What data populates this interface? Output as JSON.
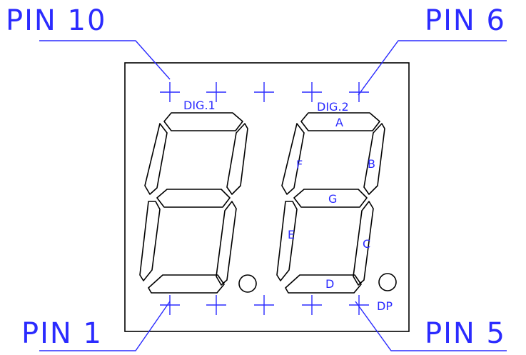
{
  "pins": {
    "pin10": "PIN  10",
    "pin6": "PIN  6",
    "pin1": "PIN  1",
    "pin5": "PIN  5"
  },
  "digits": {
    "dig1": "DIG.1",
    "dig2": "DIG.2"
  },
  "segments": {
    "a": "A",
    "b": "B",
    "c": "C",
    "d": "D",
    "e": "E",
    "f": "F",
    "g": "G",
    "dp": "DP"
  },
  "colors": {
    "annotation": "#2b2bff",
    "outline": "#000000"
  }
}
